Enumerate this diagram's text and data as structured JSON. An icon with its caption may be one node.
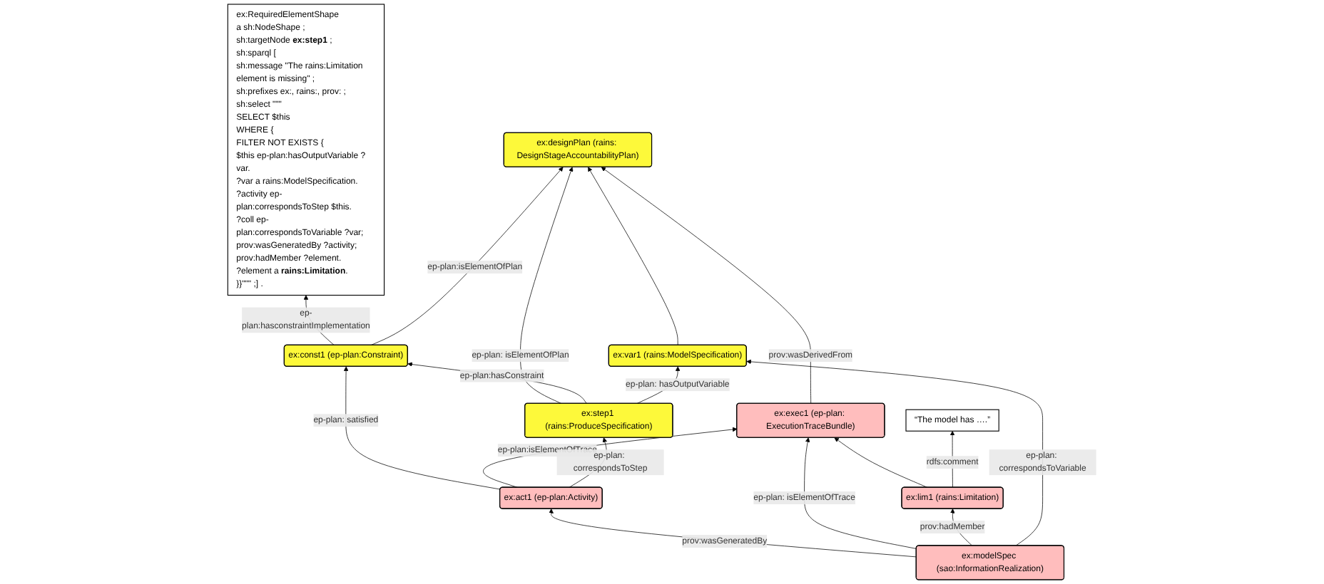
{
  "diagram": {
    "nodes": [
      {
        "text": [
          "ex:RequiredElementShape",
          "a sh:NodeShape ;",
          "sh:targetNode **ex:step1** ;",
          "sh:sparql [",
          "sh:message \"The rains:Limitation element is missing\" ;",
          "sh:prefixes ex:, rains:, prov: ;",
          "sh:select \"\"\"",
          "SELECT $this",
          "WHERE {",
          "FILTER NOT EXISTS {",
          "$this ep-plan:hasOutputVariable ?var.",
          "?var a rains:ModelSpecification.",
          "?activity ep-plan:correspondsToStep $this.",
          "?coll ep-plan:correspondsToVariable ?var; prov:wasGeneratedBy ?activity; prov:hadMember ?element.",
          "?element a **rains:Limitation**.",
          "}}\"\"\" ;] ."
        ]
      },
      {
        "text": [
          "ex:designPlan (rains: DesignStageAccountabilityPlan)"
        ]
      },
      {
        "text": [
          "ex:exec1 (ep-plan: ExecutionTraceBundle)"
        ]
      },
      {
        "text": [
          "ex:const1 (ep-plan:Constraint)"
        ]
      },
      {
        "text": [
          "ex:act1 (ep-plan:Activity)"
        ]
      },
      {
        "text": [
          "ex:step1 (rains:ProduceSpecification)"
        ]
      },
      {
        "text": [
          "ex:modelSpec (sao:InformationRealization)"
        ]
      },
      {
        "text": [
          "ex:var1 (rains:ModelSpecification)"
        ]
      },
      {
        "text": [
          "ex:lim1 (rains:Limitation)"
        ]
      },
      {
        "text": [
          "“The model has ….”"
        ]
      }
    ],
    "edges": [
      {
        "from": 3,
        "to": 0,
        "arrow": "to",
        "label": "ep-plan:hasconstraintImplementation"
      },
      {
        "from": 2,
        "to": 1,
        "arrow": "to",
        "label": "prov:wasDerivedFrom"
      },
      {
        "from": 3,
        "to": 1,
        "arrow": "to",
        "label": "ep-plan:isElementOfPlan"
      },
      {
        "from": 5,
        "to": 1,
        "arrow": "to",
        "label": "ep-plan: isElementOfPlan"
      },
      {
        "from": 7,
        "to": 1,
        "arrow": "to"
      },
      {
        "from": 4,
        "to": 3,
        "arrow": "to",
        "label": "ep-plan: satisfied"
      },
      {
        "from": 4,
        "to": 2,
        "arrow": "to",
        "label": "ep-plan:isElementOfTrace"
      },
      {
        "from": 4,
        "to": 5,
        "arrow": "to",
        "label": "ep-plan: correspondsToStep"
      },
      {
        "from": 5,
        "to": 3,
        "arrow": "to",
        "label": "ep-plan:hasConstraint"
      },
      {
        "from": 6,
        "to": 4,
        "arrow": "to",
        "label": "prov:wasGeneratedBy"
      },
      {
        "from": 6,
        "to": 2,
        "arrow": "to",
        "label": "ep-plan: isElementOfTrace"
      },
      {
        "from": 8,
        "to": 2,
        "arrow": "to"
      },
      {
        "from": 6,
        "to": 8,
        "arrow": "to",
        "label": "prov:hadMember"
      },
      {
        "from": 5,
        "to": 7,
        "arrow": "to",
        "label": "ep-plan: hasOutputVariable"
      },
      {
        "from": 6,
        "to": 7,
        "arrow": "to",
        "label": "ep-plan: correspondsToVariable"
      },
      {
        "from": 8,
        "to": 9,
        "arrow": "to",
        "label": "rdfs:comment"
      }
    ]
  }
}
